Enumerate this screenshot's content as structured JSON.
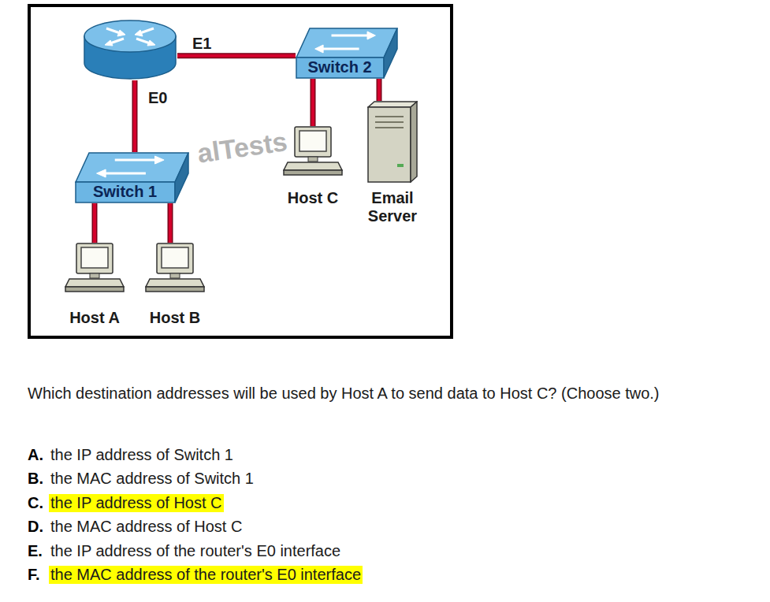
{
  "diagram": {
    "nodes": [
      {
        "text": []
      },
      {
        "text": [
          "Switch 2"
        ]
      },
      {
        "text": [
          "Switch 1"
        ]
      },
      {
        "text": [
          "Host C"
        ]
      },
      {
        "text": [
          "Email Server"
        ]
      },
      {
        "text": [
          "Host A"
        ]
      },
      {
        "text": [
          "Host B"
        ]
      }
    ],
    "edges": [
      {
        "from": 0,
        "to": 2,
        "arrow": "none",
        "label": "E0"
      },
      {
        "from": 0,
        "to": 1,
        "arrow": "none",
        "label": "E1"
      },
      {
        "from": 1,
        "to": 3,
        "arrow": "none"
      },
      {
        "from": 1,
        "to": 4,
        "arrow": "none"
      },
      {
        "from": 2,
        "to": 5,
        "arrow": "none"
      },
      {
        "from": 2,
        "to": 6,
        "arrow": "none"
      }
    ],
    "labels": [
      "alTests",
      "Which destination addresses will be used by Host A to send data to Host C? (Choose two.)",
      "A.",
      "the IP address of Switch 1",
      "B.",
      "the MAC address of Switch 1",
      "C.",
      "the IP address of Host C",
      "D.",
      "the MAC address of Host C",
      "E.",
      "the IP address of the router's E0 interface",
      "F.",
      "the MAC address of the router's E0 interface"
    ]
  }
}
